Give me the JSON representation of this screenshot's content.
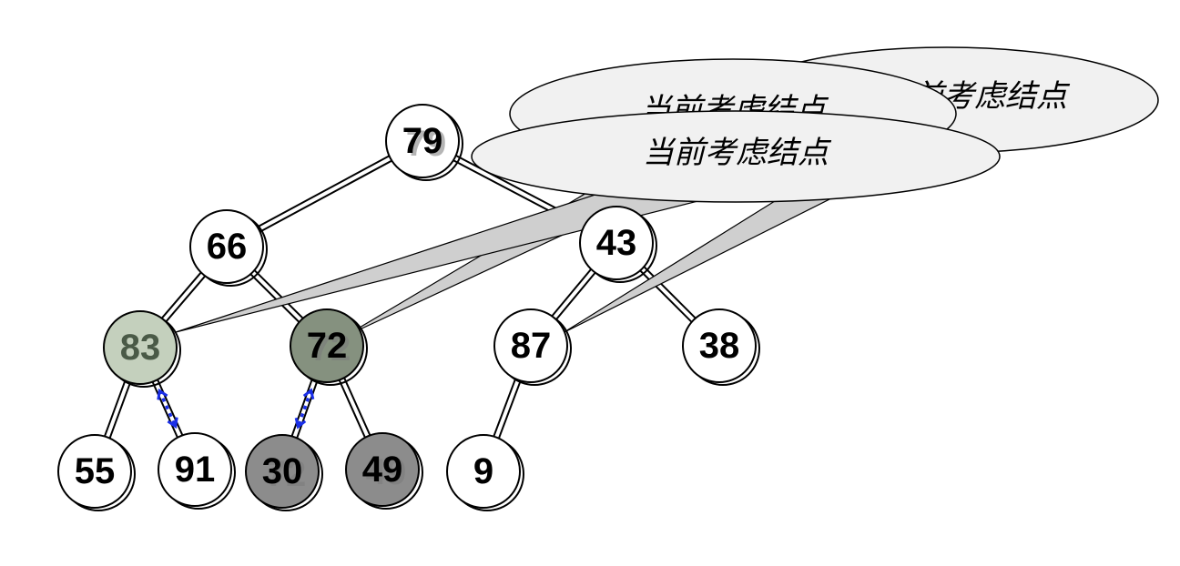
{
  "callouts": [
    {
      "id": "callout-back",
      "label": "当前考虑结点",
      "fill": "#f1f1f1"
    },
    {
      "id": "callout-middle",
      "label": "当前考虑结点",
      "fill": "#f1f1f1"
    },
    {
      "id": "callout-front",
      "label": "当前考虑结点",
      "fill": "#f1f1f1"
    }
  ],
  "nodes": [
    {
      "id": "n79",
      "label": "79",
      "ghost": "79",
      "fill": "#ffffff",
      "text_color": "#000000"
    },
    {
      "id": "n66",
      "label": "66",
      "fill": "#ffffff",
      "text_color": "#000000"
    },
    {
      "id": "n43",
      "label": "43",
      "fill": "#ffffff",
      "text_color": "#000000"
    },
    {
      "id": "n83",
      "label": "83",
      "fill": "#c4d0bd",
      "text_color": "#4a5a47"
    },
    {
      "id": "n72",
      "label": "72",
      "ghost": "72",
      "fill": "#85917f",
      "text_color": "#000000"
    },
    {
      "id": "n87",
      "label": "87",
      "fill": "#ffffff",
      "text_color": "#000000"
    },
    {
      "id": "n38",
      "label": "38",
      "fill": "#ffffff",
      "text_color": "#000000"
    },
    {
      "id": "n55",
      "label": "55",
      "fill": "#ffffff",
      "text_color": "#000000"
    },
    {
      "id": "n91",
      "label": "91",
      "fill": "#ffffff",
      "text_color": "#000000"
    },
    {
      "id": "n30",
      "label": "30",
      "ghost": "72",
      "fill": "#8c8c8c",
      "text_color": "#000000"
    },
    {
      "id": "n49",
      "label": "49",
      "ghost": "49",
      "fill": "#8c8c8c",
      "text_color": "#000000"
    },
    {
      "id": "n9",
      "label": "9",
      "fill": "#ffffff",
      "text_color": "#000000"
    }
  ],
  "edges": [
    {
      "from": "n79",
      "to": "n66"
    },
    {
      "from": "n79",
      "to": "n43"
    },
    {
      "from": "n66",
      "to": "n83"
    },
    {
      "from": "n66",
      "to": "n72"
    },
    {
      "from": "n43",
      "to": "n87"
    },
    {
      "from": "n43",
      "to": "n38"
    },
    {
      "from": "n83",
      "to": "n55"
    },
    {
      "from": "n83",
      "to": "n91"
    },
    {
      "from": "n72",
      "to": "n30"
    },
    {
      "from": "n72",
      "to": "n49"
    },
    {
      "from": "n87",
      "to": "n9"
    }
  ],
  "swap_arrows": [
    {
      "id": "swap-83-91",
      "from": "n83",
      "to": "n91",
      "color": "#1a2fe8"
    },
    {
      "id": "swap-72-30",
      "from": "n72",
      "to": "n30",
      "color": "#1a2fe8"
    }
  ],
  "colors": {
    "accent_arrow": "#1a2fe8",
    "callout_fill": "#f1f1f1",
    "callout_tail": "#cfcfcf"
  }
}
